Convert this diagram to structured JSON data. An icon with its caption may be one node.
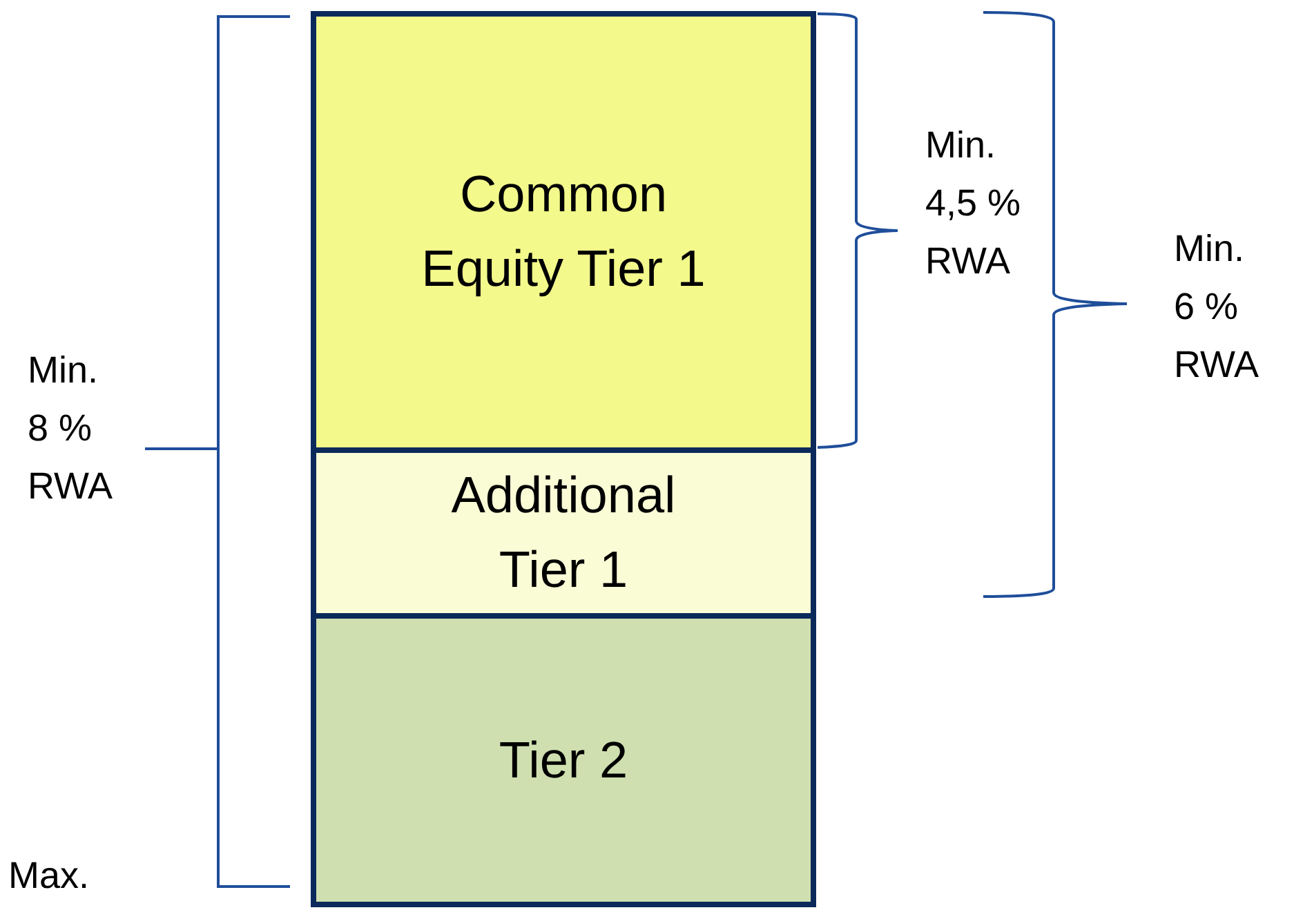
{
  "diagram": {
    "nodes": [
      {
        "text": [
          "Common Equity Tier 1"
        ]
      },
      {
        "text": [
          "Additional Tier 1"
        ]
      },
      {
        "text": [
          "Tier 2"
        ]
      }
    ],
    "edges": [],
    "labels": [
      "Min. 4,5 % RWA",
      "Min. 6 % RWA",
      "Min. 8 % RWA",
      "Max."
    ]
  }
}
